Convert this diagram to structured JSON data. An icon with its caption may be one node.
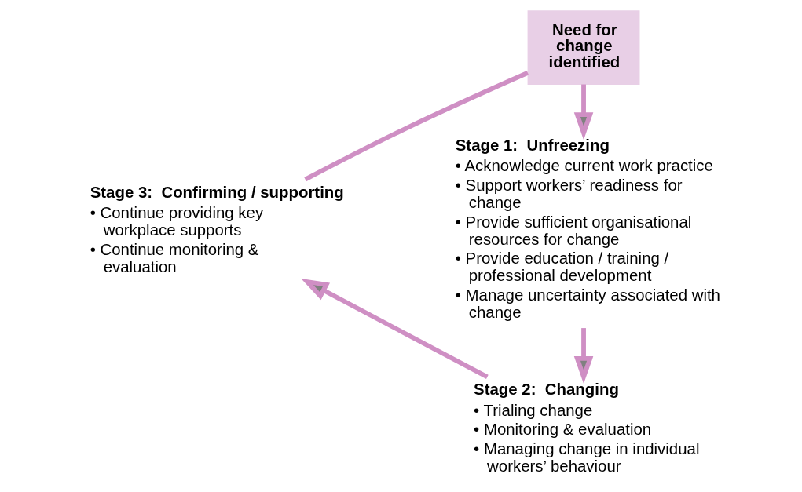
{
  "diagram": {
    "nodes": [
      {
        "text": [
          "Need for change identified"
        ]
      },
      {
        "text": [
          "Stage 1:  Unfreezing",
          "• Acknowledge current work practice",
          "• Support workers’ readiness for change",
          "• Provide sufficient organisational resources for change",
          "• Provide education / training / professional development",
          "• Manage uncertainty associated with change"
        ]
      },
      {
        "text": [
          "Stage 2:  Changing",
          "• Trialing change",
          "• Monitoring & evaluation",
          "• Managing change in individual workers’ behaviour"
        ]
      },
      {
        "text": [
          "Stage 3:  Confirming / supporting",
          "• Continue providing key workplace supports",
          "• Continue monitoring & evaluation"
        ]
      }
    ],
    "edges": [
      {
        "from": 0,
        "to": 1,
        "arrow": "to"
      },
      {
        "from": 1,
        "to": 2,
        "arrow": "to"
      },
      {
        "from": 2,
        "to": 3,
        "arrow": "to"
      },
      {
        "from": 3,
        "to": 0,
        "arrow": "none"
      }
    ]
  }
}
